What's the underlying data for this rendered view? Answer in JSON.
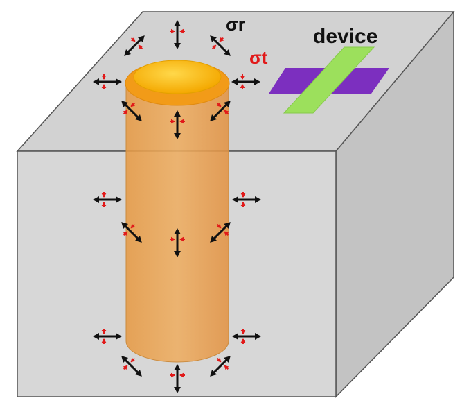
{
  "labels": {
    "sigma_r": "σr",
    "sigma_t": "σt",
    "device": "device"
  },
  "colors": {
    "cube_front": "#d6d6d6",
    "cube_top": "#d2d2d2",
    "cube_side": "#c2c2c2",
    "cube_edge": "#505050",
    "via_body": "#e9a24f",
    "via_cap": "#f4b400",
    "via_cap_rim": "#f19a16",
    "device_gate": "#9ae05a",
    "device_channel": "#7e2fc0",
    "radial_stress": "#111111",
    "tangential_stress": "#e11919",
    "sigma_t_text": "#e11919"
  },
  "icons": [
    "radial-stress-arrow-icon",
    "tangential-stress-arrow-icon"
  ]
}
